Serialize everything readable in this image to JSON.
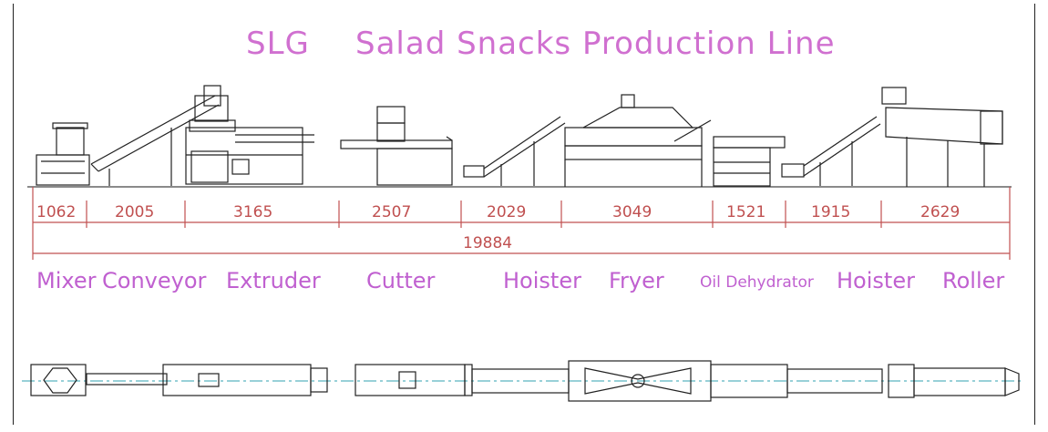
{
  "title": {
    "brand": "SLG",
    "main": "Salad Snacks Production Line"
  },
  "dimensions": {
    "segments": [
      "1062",
      "2005",
      "3165",
      "2507",
      "2029",
      "3049",
      "1521",
      "1915",
      "2629"
    ],
    "total": "19884"
  },
  "labels": {
    "mixer": "Mixer",
    "conveyor": "Conveyor",
    "extruder": "Extruder",
    "cutter": "Cutter",
    "hoister1": "Hoister",
    "fryer": "Fryer",
    "dehydrator": "Oil Dehydrator",
    "hoister2": "Hoister",
    "roller": "Roller"
  },
  "colors": {
    "label": "#c060d0",
    "dimension": "#c05050",
    "centerline": "#30a0b0",
    "machine": "#222222"
  }
}
